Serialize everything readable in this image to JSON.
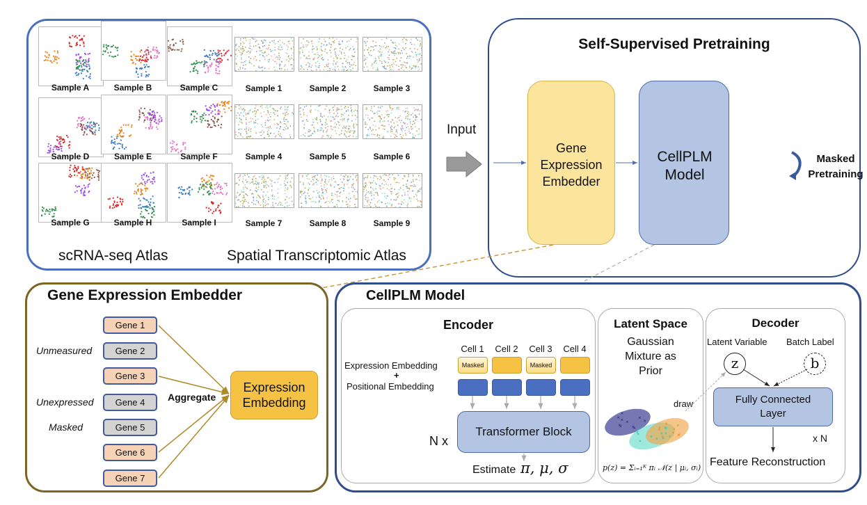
{
  "atlas_panel": {
    "scrna": {
      "title": "scRNA-seq Atlas",
      "samples": [
        "Sample A",
        "Sample B",
        "Sample C",
        "Sample D",
        "Sample E",
        "Sample F",
        "Sample G",
        "Sample H",
        "Sample I"
      ]
    },
    "spatial": {
      "title": "Spatial Transcriptomic Atlas",
      "samples": [
        "Sample 1",
        "Sample 2",
        "Sample 3",
        "Sample 4",
        "Sample 5",
        "Sample 6",
        "Sample 7",
        "Sample 8",
        "Sample 9"
      ]
    }
  },
  "input_label": "Input",
  "pretraining": {
    "title": "Self-Supervised Pretraining",
    "embedder_label": "Gene Expression Embedder",
    "model_label": "CellPLM Model",
    "masked_label_1": "Masked",
    "masked_label_2": "Pretraining"
  },
  "embedder_panel": {
    "title": "Gene Expression Embedder",
    "genes": [
      {
        "label": "Gene 1",
        "state": "on",
        "note": ""
      },
      {
        "label": "Gene 2",
        "state": "off",
        "note": "Unmeasured"
      },
      {
        "label": "Gene 3",
        "state": "on",
        "note": ""
      },
      {
        "label": "Gene 4",
        "state": "off",
        "note": "Unexpressed"
      },
      {
        "label": "Gene 5",
        "state": "off",
        "note": "Masked"
      },
      {
        "label": "Gene 6",
        "state": "on",
        "note": ""
      },
      {
        "label": "Gene 7",
        "state": "on",
        "note": ""
      }
    ],
    "aggregate_label": "Aggregate",
    "output_label": "Expression Embedding"
  },
  "model_panel": {
    "title": "CellPLM Model",
    "encoder": {
      "title": "Encoder",
      "cells": [
        {
          "label": "Cell 1",
          "masked": true
        },
        {
          "label": "Cell 2",
          "masked": false
        },
        {
          "label": "Cell 3",
          "masked": true
        },
        {
          "label": "Cell 4",
          "masked": false
        }
      ],
      "masked_tag": "Masked",
      "expr_emb_label": "Expression Embedding",
      "plus": "+",
      "pos_emb_label": "Positional Embedding",
      "transformer_label": "Transformer Block",
      "repeat_label": "N x",
      "estimate_label": "Estimate",
      "estimate_params": "π, μ, σ"
    },
    "latent": {
      "title": "Latent Space",
      "subtitle": "Gaussian Mixture as Prior",
      "draw_label": "draw",
      "formula": "p(z) = Σᵢ₌₁ᴷ πᵢ 𝒩(z | μᵢ, σᵢ)"
    },
    "decoder": {
      "title": "Decoder",
      "latent_var_label": "Latent Variable",
      "batch_label": "Batch Label",
      "z_symbol": "z",
      "b_symbol": "b",
      "fcl_label": "Fully Connected Layer",
      "repeat_label": "x N",
      "output_label": "Feature Reconstruction"
    }
  },
  "colors": {
    "blue_border": "#2f4d8c",
    "gold_border": "#7b6424",
    "embedder_fill": "#fbe59d",
    "model_fill": "#b4c4e3",
    "expression_fill": "#f5c244",
    "gene_on": "#f6d2b7",
    "gene_off": "#d3d3d3"
  }
}
